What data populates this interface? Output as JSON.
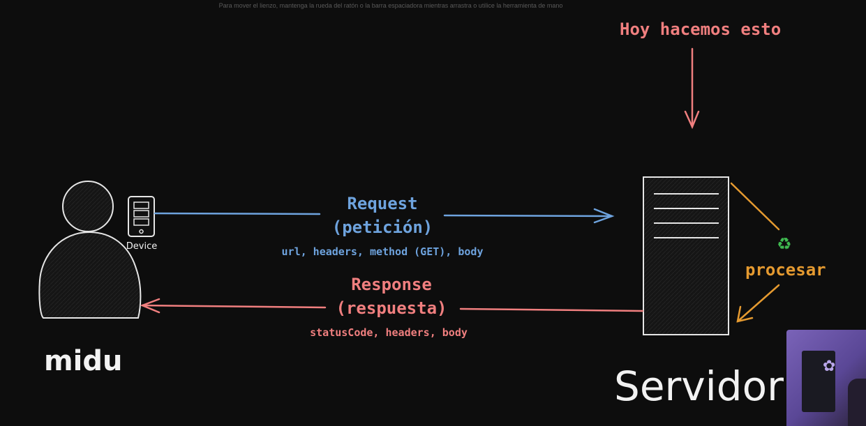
{
  "hint": "Para mover el lienzo, mantenga la rueda del ratón o la barra espaciadora mientras arrastra o utilice la herramienta de mano",
  "annotation": "Hoy hacemos esto",
  "client": {
    "name": "midu",
    "device_label": "Device"
  },
  "server": {
    "name": "Servidor"
  },
  "request": {
    "title": "Request",
    "subtitle": "(petición)",
    "details": "url, headers, method (GET), body"
  },
  "response": {
    "title": "Response",
    "subtitle": "(respuesta)",
    "details": "statusCode, headers, body"
  },
  "process": {
    "label": "procesar",
    "icon": "recycle-icon",
    "icon_glyph": "♻"
  },
  "colors": {
    "background": "#0d0d0d",
    "request": "#6ea3de",
    "response": "#f07f7f",
    "process": "#e59a30",
    "stroke": "#e6e6e6"
  }
}
